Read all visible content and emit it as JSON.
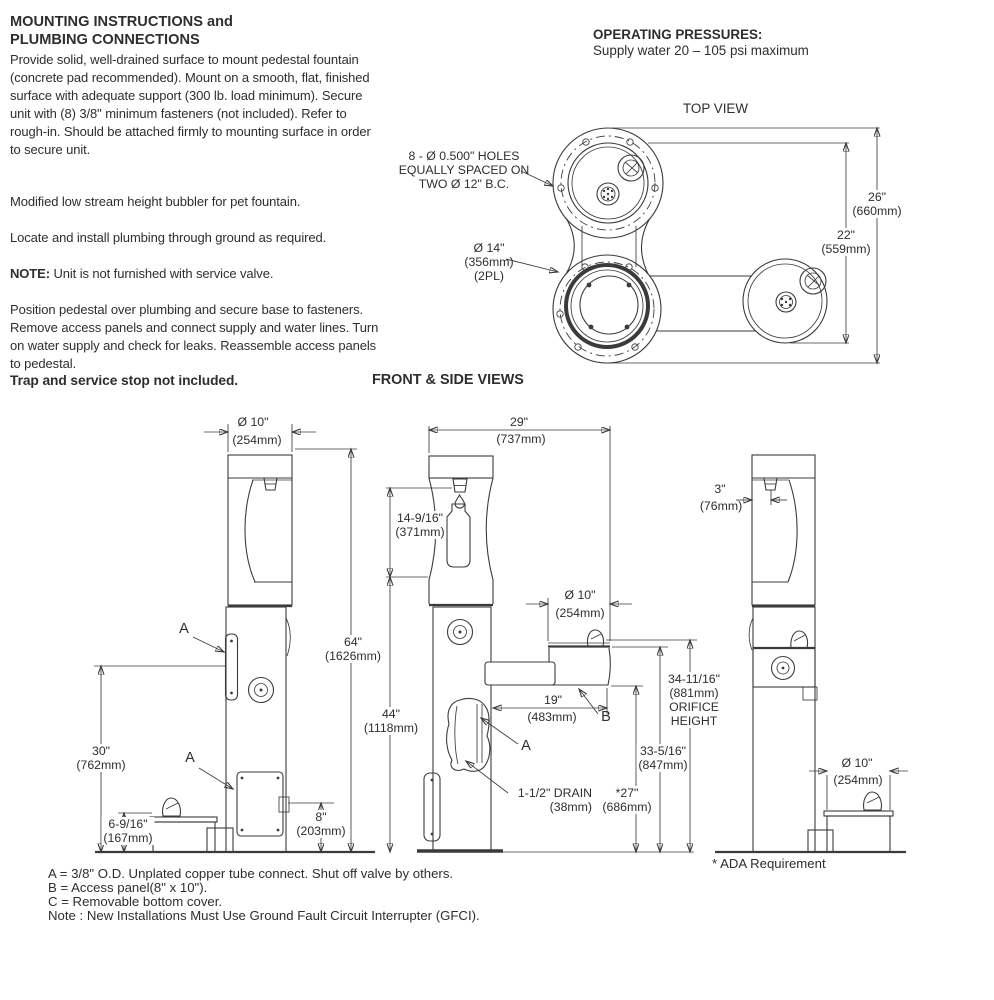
{
  "instructions": {
    "heading1": "MOUNTING INSTRUCTIONS and",
    "heading2": "PLUMBING CONNECTIONS",
    "para1": "Provide solid, well-drained surface to mount pedestal fountain (concrete pad recommended). Mount on a smooth, flat, finished surface with adequate support (300 lb. load minimum). Secure unit with (8) 3/8\" minimum fasteners (not included). Refer to rough-in. Should be attached firmly to mounting surface in order to secure unit.",
    "para2": "Modified low stream height bubbler for pet fountain.",
    "para3": "Locate and install plumbing through ground as required.",
    "note_label": "NOTE:",
    "note_rest": " Unit is not furnished with service valve.",
    "para4": "Position pedestal over plumbing and secure base to fasteners. Remove access panels and connect supply and water lines. Turn on water supply and check for leaks. Reassemble access panels to pedestal.",
    "para4_bold": "Trap and service stop not included."
  },
  "operating": {
    "heading": "OPERATING PRESSURES:",
    "line": "Supply water 20 – 105 psi maximum"
  },
  "top_view": {
    "title": "TOP VIEW",
    "holes_l1": "8 - Ø 0.500\" HOLES",
    "holes_l2": "EQUALLY SPACED ON",
    "holes_l3": "TWO Ø 12\" B.C.",
    "d14_l1": "Ø 14\"",
    "d14_l2": "(356mm)",
    "d14_l3": "(2PL)",
    "d26_in": "26\"",
    "d26_mm": "(660mm)",
    "d22_in": "22\"",
    "d22_mm": "(559mm)"
  },
  "views_title": "FRONT & SIDE VIEWS",
  "left_view": {
    "d10_in": "Ø 10\"",
    "d10_mm": "(254mm)",
    "h64_in": "64\"",
    "h64_mm": "(1626mm)",
    "h30_in": "30\"",
    "h30_mm": "(762mm)",
    "h6916_in": "6-9/16\"",
    "h6916_mm": "(167mm)",
    "h8_in": "8\"",
    "h8_mm": "(203mm)",
    "label_a": "A"
  },
  "front_view": {
    "w29_in": "29\"",
    "w29_mm": "(737mm)",
    "h14916_in": "14-9/16\"",
    "h14916_mm": "(371mm)",
    "h44_in": "44\"",
    "h44_mm": "(1118mm)",
    "d10_in": "Ø 10\"",
    "d10_mm": "(254mm)",
    "w19_in": "19\"",
    "w19_mm": "(483mm)",
    "drain_l1": "1-1/2\" DRAIN",
    "drain_l2": "(38mm)",
    "h27_in": "*27\"",
    "h27_mm": "(686mm)",
    "h33516_in": "33-5/16\"",
    "h33516_mm": "(847mm)",
    "orifice_l1": "34-11/16\"",
    "orifice_l2": "(881mm)",
    "orifice_l3": "ORIFICE",
    "orifice_l4": "HEIGHT",
    "label_a": "A",
    "label_b": "B"
  },
  "right_view": {
    "w3_in": "3\"",
    "w3_mm": "(76mm)",
    "d10_in": "Ø 10\"",
    "d10_mm": "(254mm)"
  },
  "footer": {
    "ada": "* ADA Requirement",
    "legend_a": "A = 3/8\" O.D. Unplated copper tube connect. Shut off valve by others.",
    "legend_b": "B = Access panel(8\" x 10\").",
    "legend_c": "C = Removable bottom cover.",
    "note": "Note : New Installations Must Use Ground Fault Circuit Interrupter (GFCI)."
  },
  "colors": {
    "line": "#3b3b3b",
    "text": "#2e2e2e"
  }
}
